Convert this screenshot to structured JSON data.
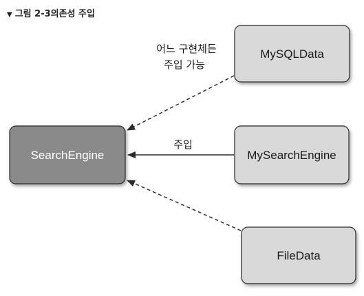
{
  "caption": {
    "marker": "▼",
    "text": "그림 2-3의존성 주입"
  },
  "nodes": {
    "search_engine": "SearchEngine",
    "mysql_data": "MySQLData",
    "my_search_engine": "MySearchEngine",
    "file_data": "FileData"
  },
  "edges": {
    "inject_label": "주입",
    "implementation_note_line1": "어느 구현체든",
    "implementation_note_line2": "주입 가능"
  },
  "colors": {
    "central_fill": "#8a8a8a",
    "node_fill": "#d9d9d9",
    "stroke": "#2b2b2b"
  }
}
